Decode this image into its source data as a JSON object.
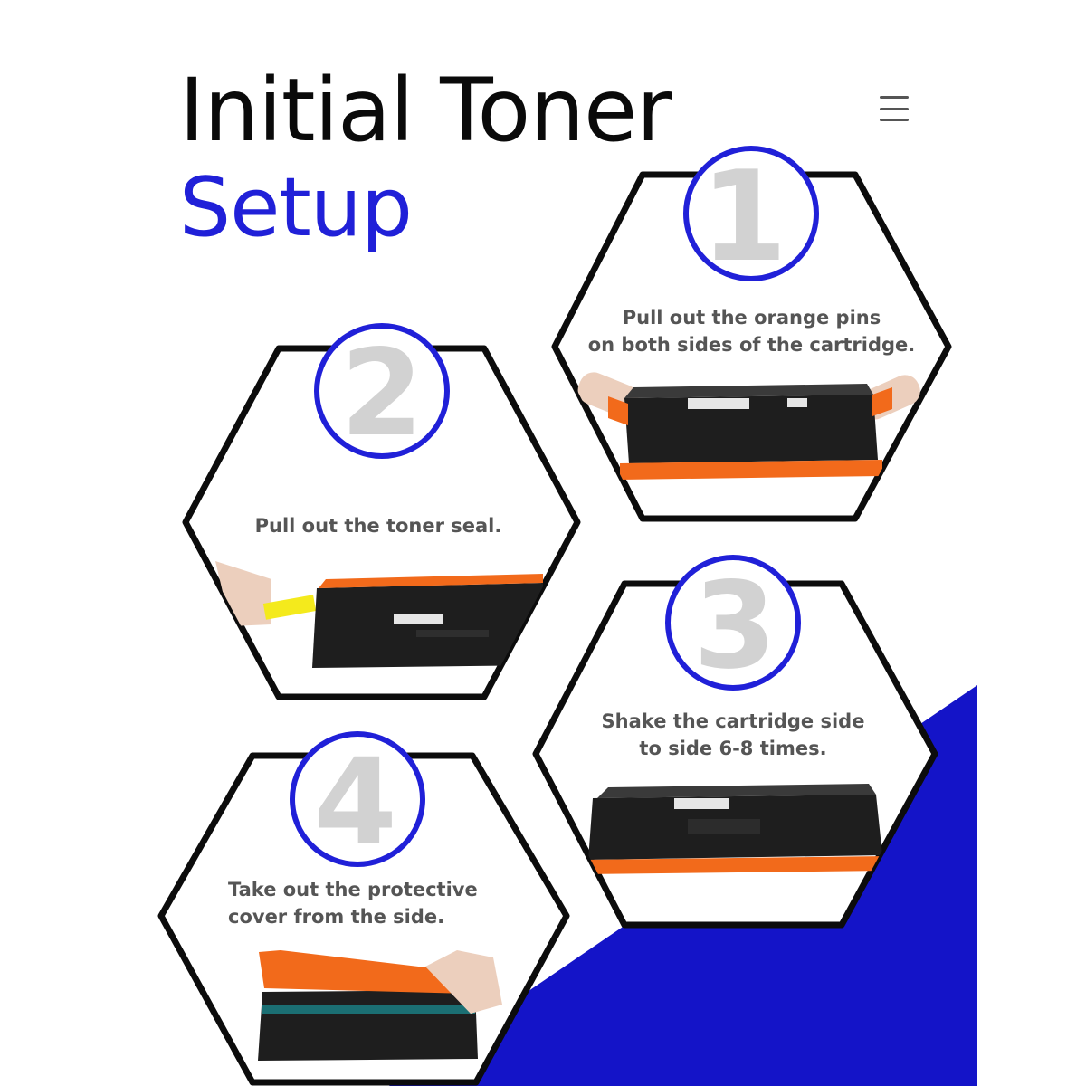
{
  "title": {
    "line1": "Initial Toner",
    "line2": "Setup"
  },
  "menu": {
    "icon": "menu-icon"
  },
  "colors": {
    "accent_blue": "#2020d8",
    "band_blue": "#1414c8",
    "hex_border": "#0c0c0c",
    "numeral_gray": "#d2d2d2",
    "text_gray": "#555555",
    "cartridge_black": "#1e1e1e",
    "orange_part": "#f26a1b",
    "seal_yellow": "#f4ea1c"
  },
  "steps": [
    {
      "number": "1",
      "lines": [
        "Pull out the orange pins",
        "on both sides of the cartridge."
      ],
      "image": "cartridge-with-orange-pins"
    },
    {
      "number": "2",
      "lines": [
        "Pull out the toner seal."
      ],
      "image": "hand-pulling-toner-seal"
    },
    {
      "number": "3",
      "lines": [
        "Shake the cartridge side",
        "to side 6-8 times."
      ],
      "image": "cartridge-shaking"
    },
    {
      "number": "4",
      "lines": [
        "Take out the protective",
        "cover from the side."
      ],
      "image": "hand-removing-orange-cover"
    }
  ]
}
